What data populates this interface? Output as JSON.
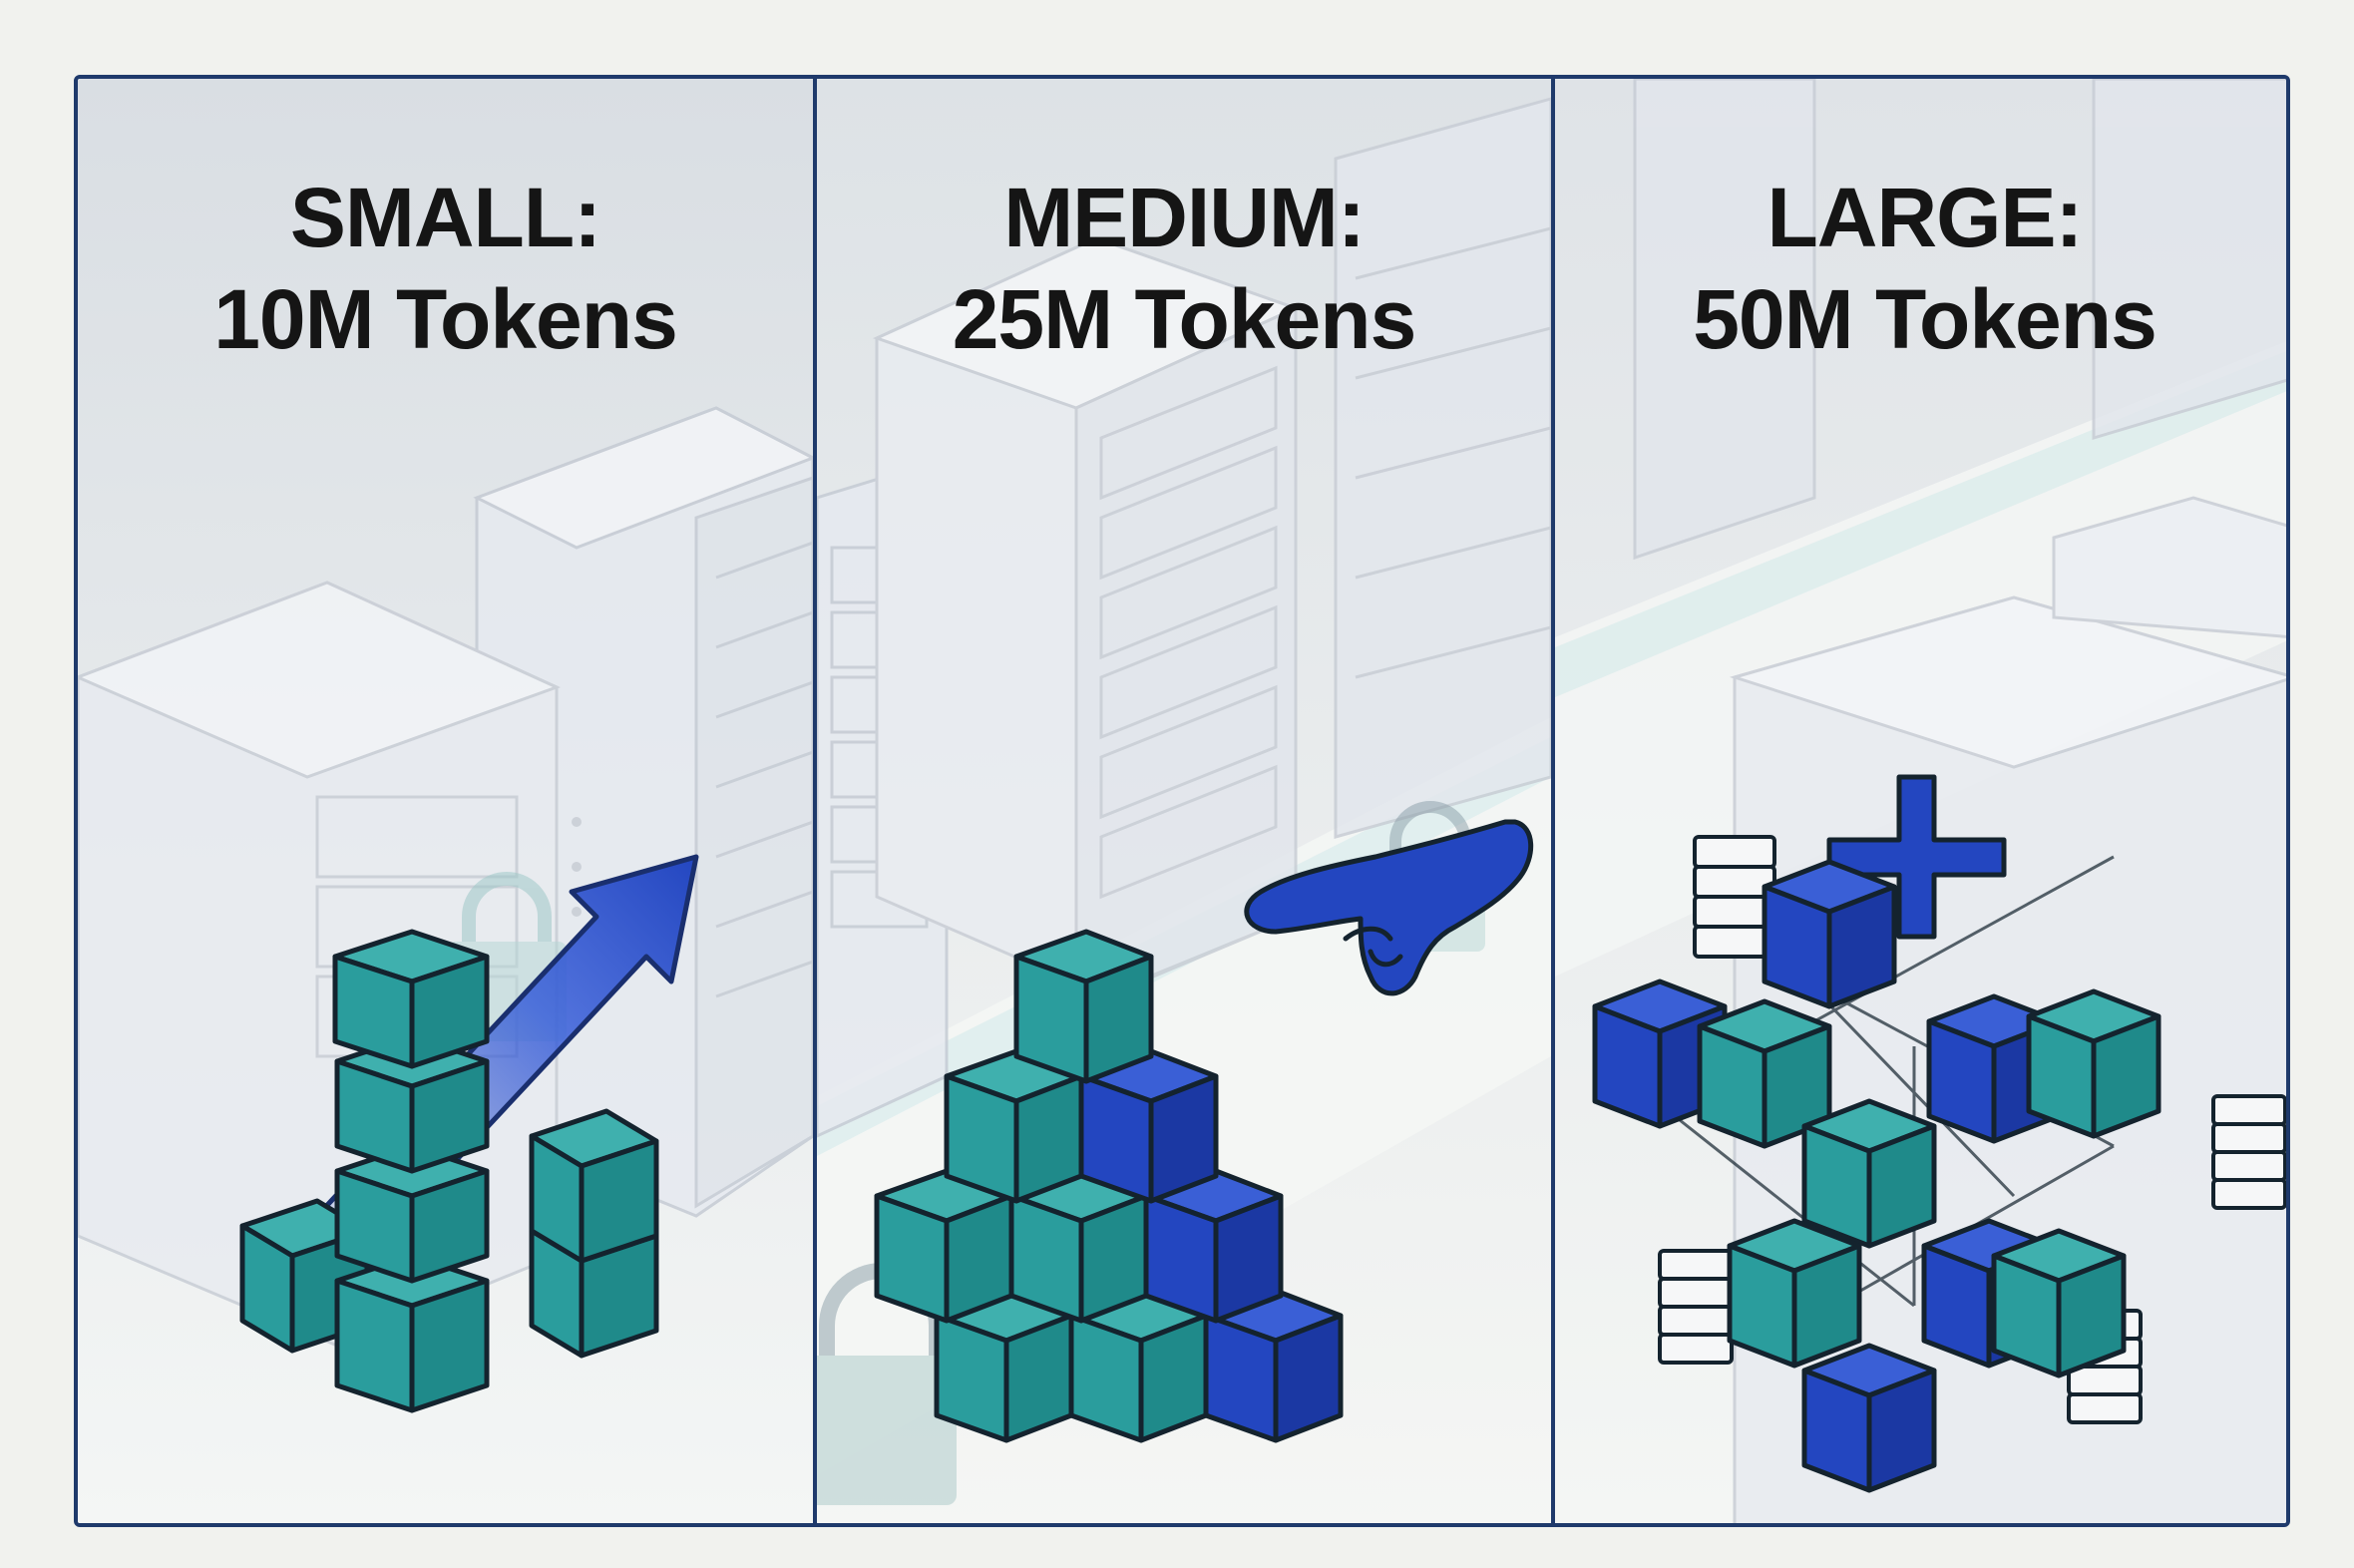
{
  "panels": [
    {
      "heading": "SMALL:",
      "subheading": "10M Tokens"
    },
    {
      "heading": "MEDIUM:",
      "subheading": "25M Tokens"
    },
    {
      "heading": "LARGE:",
      "subheading": "50M Tokens"
    }
  ],
  "colors": {
    "frame": "#1f3a6b",
    "teal": "#2a9d9d",
    "blue": "#2346c0",
    "background": "#eceff2"
  },
  "icons": {
    "small": [
      "growth-arrow-icon",
      "padlock-icon",
      "cube-stack-icon"
    ],
    "medium": [
      "pointing-hand-icon",
      "padlock-icon",
      "cube-pyramid-icon"
    ],
    "large": [
      "plus-icon",
      "server-icon",
      "cube-network-icon"
    ]
  }
}
